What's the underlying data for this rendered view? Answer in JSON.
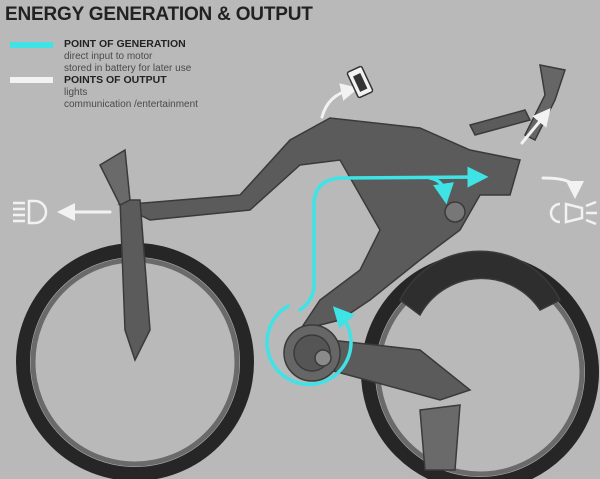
{
  "title": "ENERGY GENERATION & OUTPUT",
  "legend": {
    "generation": {
      "heading": "POINT OF GENERATION",
      "lines": [
        "direct input to motor",
        "stored in battery for later use"
      ],
      "color": "#3fe3e6"
    },
    "output": {
      "heading": "POINTS OF OUTPUT",
      "lines": [
        "lights",
        "communication /entertainment"
      ],
      "color": "#f2f2f2"
    }
  },
  "icons": [
    "headlight-icon",
    "taillight-icon",
    "phone-icon"
  ]
}
